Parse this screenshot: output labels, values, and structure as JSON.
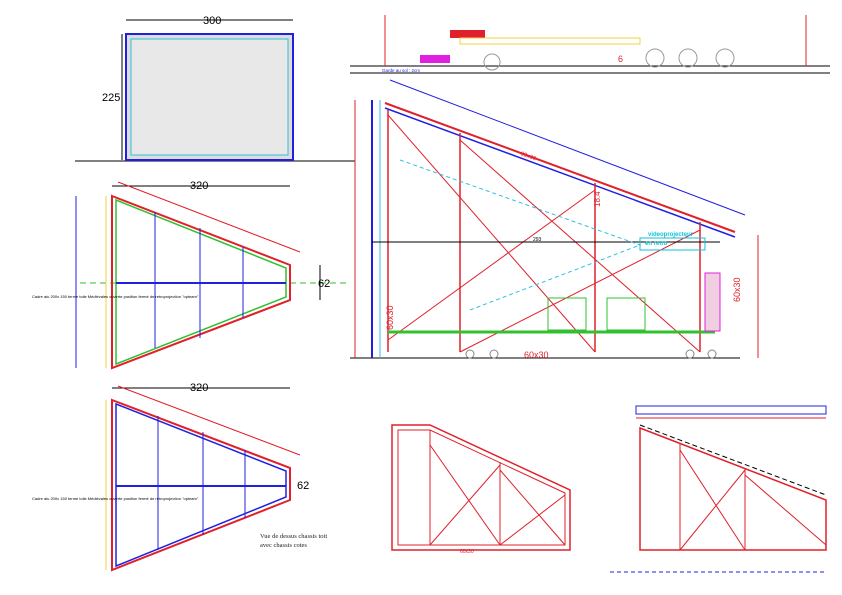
{
  "colors": {
    "frame": "#e0202a",
    "blue": "#2020e0",
    "green": "#30c030",
    "cyan": "#10c0d8",
    "magenta": "#e020e0",
    "yellow": "#f0d040"
  },
  "views": {
    "front_panel": {
      "width_dim": "300",
      "height_dim": "225"
    },
    "top_view_1": {
      "width_dim": "320",
      "end_dim": "62",
      "note": "Cadre alu 200x 150 terme toile Médiévales ouverte position fermé de retroprojection \"opteam\""
    },
    "top_view_2": {
      "width_dim": "320",
      "end_dim": "62",
      "note": "Cadre alu 200x 150 terme toile Médiévales ouverte position fermé de retroprojection \"opteam\"",
      "caption_line1": "Vue de dessus chassis toit",
      "caption_line2": "avec chassis cotes"
    },
    "side_view": {
      "ground_clearance": "Garde au sol : 2cm",
      "projector_line1": "videoprojecteur",
      "projector_line2": "en retro",
      "beam_dim": "60x30",
      "post_dim_left": "60x30",
      "post_dim_right": "60x30",
      "roof_dim": "60x30",
      "inner_dim": "18.4",
      "span_dim": "293",
      "height_dim": "6"
    },
    "bottom_views": {
      "bottom_dim": "60x30"
    }
  }
}
